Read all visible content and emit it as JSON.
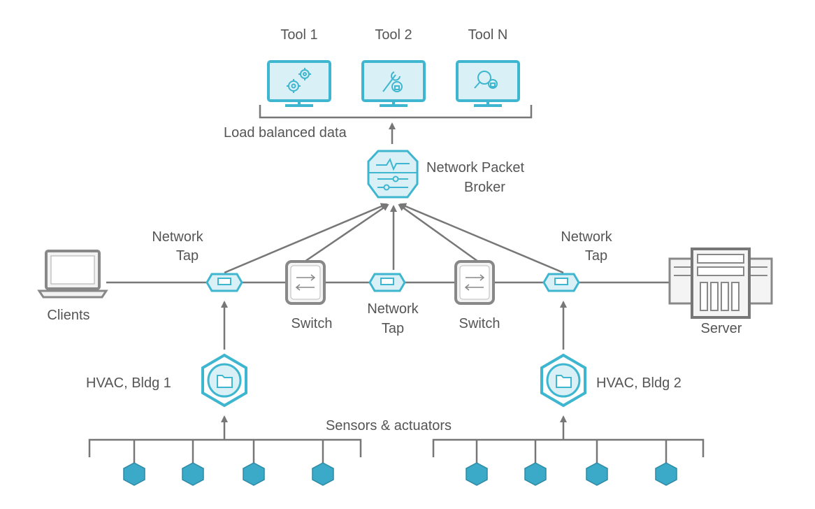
{
  "colors": {
    "accent": "#3fb6cf",
    "accent_fill": "#d9f1f6",
    "node_fill": "#3aaac8",
    "line": "#777777",
    "device": "#888888",
    "text": "#555555"
  },
  "tools": [
    {
      "label": "Tool 1",
      "icon": "gears-icon"
    },
    {
      "label": "Tool 2",
      "icon": "wrench-lock-icon"
    },
    {
      "label": "Tool N",
      "icon": "magnifier-lock-icon"
    }
  ],
  "labels": {
    "load_balanced": "Load balanced data",
    "npb_line1": "Network Packet",
    "npb_line2": "Broker",
    "tap_left_line1": "Network",
    "tap_left_line2": "Tap",
    "tap_mid_line1": "Network",
    "tap_mid_line2": "Tap",
    "tap_right_line1": "Network",
    "tap_right_line2": "Tap",
    "switch_left": "Switch",
    "switch_right": "Switch",
    "clients": "Clients",
    "server": "Server",
    "hvac_1": "HVAC, Bldg 1",
    "hvac_2": "HVAC, Bldg 2",
    "sensors": "Sensors & actuators"
  }
}
